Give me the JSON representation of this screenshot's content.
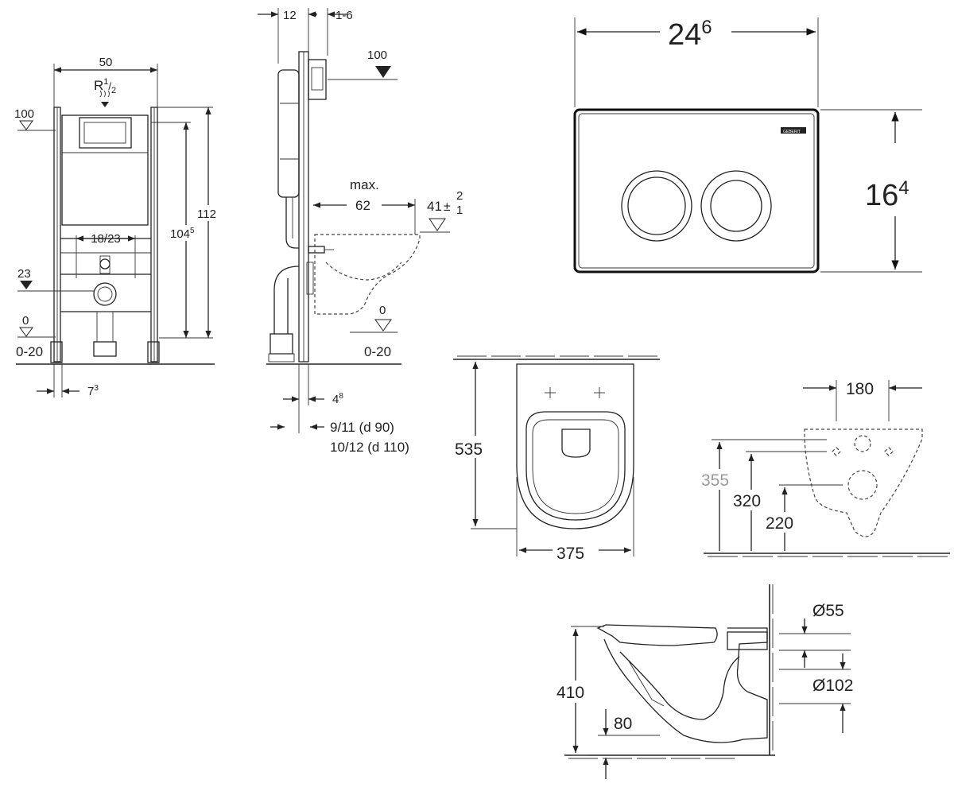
{
  "frame_front": {
    "width": "50",
    "thread": "R",
    "thread_sup": "1",
    "thread_sub": "2",
    "level_100": "100",
    "height_total": "112",
    "height_main": "104",
    "height_main_sup": "5",
    "spacing": "18/23",
    "level_23": "23",
    "level_0": "0",
    "range": "0-20",
    "foot": "7",
    "foot_sup": "3"
  },
  "frame_side": {
    "depth_a": "12",
    "depth_b": "1-6",
    "level_100": "100",
    "max_label": "max.",
    "max_value": "62",
    "bowl_height": "41",
    "tol_plus": "2",
    "tol_minus": "1",
    "level_0": "0",
    "range": "0-20",
    "offset": "4",
    "offset_sup": "8",
    "pipe_a": "9/11 (d 90)",
    "pipe_b": "10/12 (d 110)"
  },
  "flush_plate": {
    "width": "24",
    "width_sup": "6",
    "height": "16",
    "height_sup": "4",
    "brand": "GEBERIT"
  },
  "bowl_top": {
    "length": "535",
    "width": "375"
  },
  "bowl_back": {
    "spacing": "180",
    "h1": "355",
    "h2": "320",
    "h3": "220"
  },
  "bowl_side": {
    "height": "410",
    "inlet": "Ø55",
    "outlet": "Ø102",
    "outlet_height": "80"
  }
}
